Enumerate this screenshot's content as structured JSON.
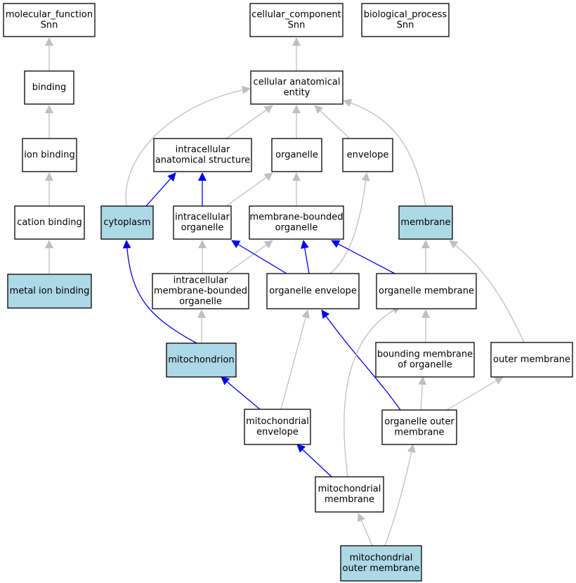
{
  "colors": {
    "highlight_fill": "#add8e6",
    "default_fill": "#ffffff",
    "is_a_edge": "#c0c0c0",
    "part_of_edge": "#0000ee"
  },
  "nodes": [
    {
      "id": "molecular_function",
      "lines": [
        "molecular_function",
        "Snn"
      ],
      "highlight": false
    },
    {
      "id": "cellular_component",
      "lines": [
        "cellular_component",
        "Snn"
      ],
      "highlight": false
    },
    {
      "id": "biological_process",
      "lines": [
        "biological_process",
        "Snn"
      ],
      "highlight": false
    },
    {
      "id": "binding",
      "lines": [
        "binding"
      ],
      "highlight": false
    },
    {
      "id": "cellular_anatomical_entity",
      "lines": [
        "cellular anatomical",
        "entity"
      ],
      "highlight": false
    },
    {
      "id": "ion_binding",
      "lines": [
        "ion binding"
      ],
      "highlight": false
    },
    {
      "id": "intracellular_anatomical_structure",
      "lines": [
        "intracellular",
        "anatomical structure"
      ],
      "highlight": false
    },
    {
      "id": "organelle",
      "lines": [
        "organelle"
      ],
      "highlight": false
    },
    {
      "id": "envelope",
      "lines": [
        "envelope"
      ],
      "highlight": false
    },
    {
      "id": "cation_binding",
      "lines": [
        "cation binding"
      ],
      "highlight": false
    },
    {
      "id": "cytoplasm",
      "lines": [
        "cytoplasm"
      ],
      "highlight": true
    },
    {
      "id": "intracellular_organelle",
      "lines": [
        "intracellular",
        "organelle"
      ],
      "highlight": false
    },
    {
      "id": "membrane_bounded_organelle",
      "lines": [
        "membrane-bounded",
        "organelle"
      ],
      "highlight": false
    },
    {
      "id": "membrane",
      "lines": [
        "membrane"
      ],
      "highlight": true
    },
    {
      "id": "metal_ion_binding",
      "lines": [
        "metal ion binding"
      ],
      "highlight": true
    },
    {
      "id": "intracellular_membrane_bounded_organelle",
      "lines": [
        "intracellular",
        "membrane-bounded",
        "organelle"
      ],
      "highlight": false
    },
    {
      "id": "organelle_envelope",
      "lines": [
        "organelle envelope"
      ],
      "highlight": false
    },
    {
      "id": "organelle_membrane",
      "lines": [
        "organelle membrane"
      ],
      "highlight": false
    },
    {
      "id": "mitochondrion",
      "lines": [
        "mitochondrion"
      ],
      "highlight": true
    },
    {
      "id": "bounding_membrane_of_organelle",
      "lines": [
        "bounding membrane",
        "of organelle"
      ],
      "highlight": false
    },
    {
      "id": "outer_membrane",
      "lines": [
        "outer membrane"
      ],
      "highlight": false
    },
    {
      "id": "mitochondrial_envelope",
      "lines": [
        "mitochondrial",
        "envelope"
      ],
      "highlight": false
    },
    {
      "id": "organelle_outer_membrane",
      "lines": [
        "organelle outer",
        "membrane"
      ],
      "highlight": false
    },
    {
      "id": "mitochondrial_membrane",
      "lines": [
        "mitochondrial",
        "membrane"
      ],
      "highlight": false
    },
    {
      "id": "mitochondrial_outer_membrane",
      "lines": [
        "mitochondrial",
        "outer membrane"
      ],
      "highlight": true
    }
  ],
  "edges": [
    {
      "from": "binding",
      "to": "molecular_function",
      "type": "is_a"
    },
    {
      "from": "ion_binding",
      "to": "binding",
      "type": "is_a"
    },
    {
      "from": "cation_binding",
      "to": "ion_binding",
      "type": "is_a"
    },
    {
      "from": "metal_ion_binding",
      "to": "cation_binding",
      "type": "is_a"
    },
    {
      "from": "cellular_anatomical_entity",
      "to": "cellular_component",
      "type": "is_a"
    },
    {
      "from": "intracellular_anatomical_structure",
      "to": "cellular_anatomical_entity",
      "type": "is_a"
    },
    {
      "from": "organelle",
      "to": "cellular_anatomical_entity",
      "type": "is_a"
    },
    {
      "from": "envelope",
      "to": "cellular_anatomical_entity",
      "type": "is_a"
    },
    {
      "from": "cytoplasm",
      "to": "cellular_anatomical_entity",
      "type": "is_a"
    },
    {
      "from": "membrane",
      "to": "cellular_anatomical_entity",
      "type": "is_a"
    },
    {
      "from": "cytoplasm",
      "to": "intracellular_anatomical_structure",
      "type": "part_of"
    },
    {
      "from": "intracellular_organelle",
      "to": "intracellular_anatomical_structure",
      "type": "part_of"
    },
    {
      "from": "intracellular_organelle",
      "to": "organelle",
      "type": "is_a"
    },
    {
      "from": "membrane_bounded_organelle",
      "to": "organelle",
      "type": "is_a"
    },
    {
      "from": "intracellular_membrane_bounded_organelle",
      "to": "intracellular_organelle",
      "type": "is_a"
    },
    {
      "from": "intracellular_membrane_bounded_organelle",
      "to": "membrane_bounded_organelle",
      "type": "is_a"
    },
    {
      "from": "organelle_envelope",
      "to": "intracellular_organelle",
      "type": "part_of"
    },
    {
      "from": "organelle_envelope",
      "to": "membrane_bounded_organelle",
      "type": "part_of"
    },
    {
      "from": "organelle_envelope",
      "to": "envelope",
      "type": "is_a"
    },
    {
      "from": "organelle_membrane",
      "to": "membrane_bounded_organelle",
      "type": "part_of"
    },
    {
      "from": "organelle_membrane",
      "to": "membrane",
      "type": "is_a"
    },
    {
      "from": "outer_membrane",
      "to": "membrane",
      "type": "is_a"
    },
    {
      "from": "mitochondrion",
      "to": "cytoplasm",
      "type": "part_of"
    },
    {
      "from": "mitochondrion",
      "to": "intracellular_membrane_bounded_organelle",
      "type": "is_a"
    },
    {
      "from": "bounding_membrane_of_organelle",
      "to": "organelle_membrane",
      "type": "is_a"
    },
    {
      "from": "mitochondrial_envelope",
      "to": "mitochondrion",
      "type": "part_of"
    },
    {
      "from": "mitochondrial_envelope",
      "to": "organelle_envelope",
      "type": "is_a"
    },
    {
      "from": "organelle_outer_membrane",
      "to": "organelle_envelope",
      "type": "part_of"
    },
    {
      "from": "organelle_outer_membrane",
      "to": "bounding_membrane_of_organelle",
      "type": "is_a"
    },
    {
      "from": "organelle_outer_membrane",
      "to": "outer_membrane",
      "type": "is_a"
    },
    {
      "from": "mitochondrial_membrane",
      "to": "mitochondrial_envelope",
      "type": "part_of"
    },
    {
      "from": "mitochondrial_membrane",
      "to": "organelle_membrane",
      "type": "is_a"
    },
    {
      "from": "mitochondrial_outer_membrane",
      "to": "mitochondrial_membrane",
      "type": "is_a"
    },
    {
      "from": "mitochondrial_outer_membrane",
      "to": "organelle_outer_membrane",
      "type": "is_a"
    }
  ]
}
